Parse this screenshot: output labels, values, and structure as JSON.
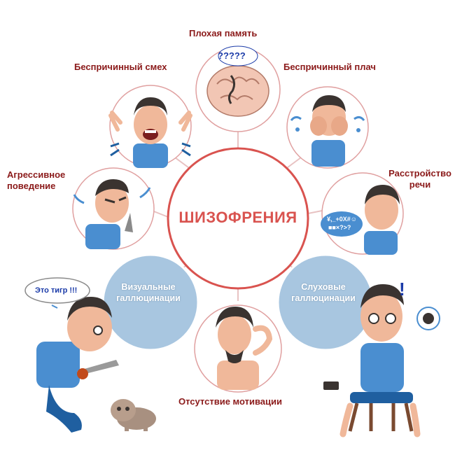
{
  "center": {
    "title": "ШИЗОФРЕНИЯ"
  },
  "symptoms": {
    "memory": "Плохая память",
    "laugh": "Беспричинный смех",
    "cry": "Беспричинный плач",
    "aggression": "Агрессивное поведение",
    "speech": "Расстройство речи",
    "visual": "Визуальные галлюцинации",
    "auditory": "Слуховые галлюцинации",
    "motivation": "Отсутствие мотивации"
  },
  "bubbles": {
    "question_marks": "?????",
    "tiger": "Это тигр !!!",
    "garbled_line1": "¥,_+0X#☺",
    "garbled_line2": "■■×?>?",
    "exclamation": "!"
  },
  "colors": {
    "ring": "#d9534f",
    "label": "#8b1a1a",
    "bubble_blue": "#a8c6e0",
    "shirt_blue": "#4a8ed0",
    "skin": "#f0b89a",
    "hair": "#3a3330"
  }
}
